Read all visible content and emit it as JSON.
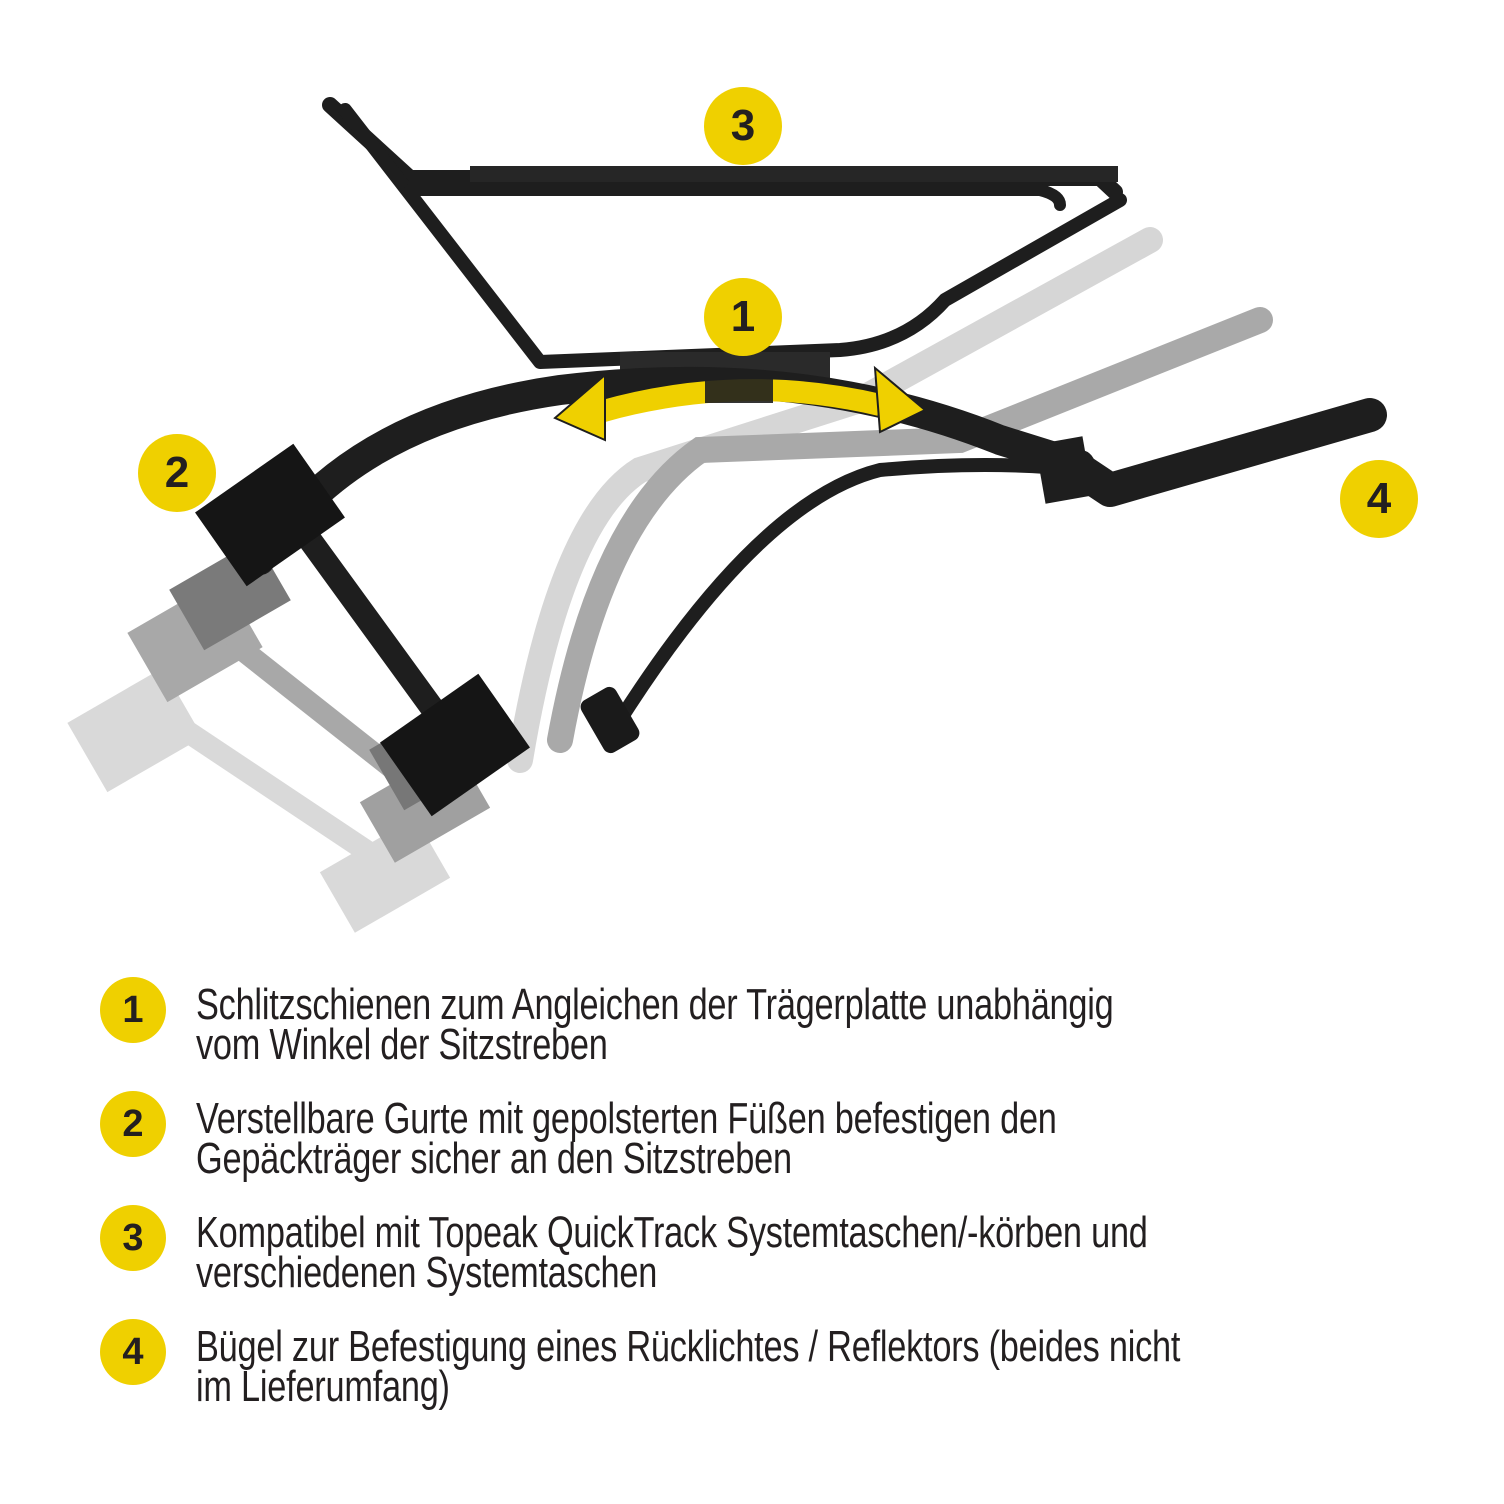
{
  "diagram": {
    "subject": "rear bike rack with adjustable seat-stay straps",
    "accent_color": "#efd000",
    "rack_color": "#1e1e1e",
    "ghost_colors": [
      "#bdbdbd",
      "#9a9a9a",
      "#6e6e6e"
    ],
    "callouts": [
      {
        "number": "1",
        "target": "slotted rails / adjustment arrow"
      },
      {
        "number": "2",
        "target": "adjustable straps with padded feet"
      },
      {
        "number": "3",
        "target": "top platform (QuickTrack)"
      },
      {
        "number": "4",
        "target": "light / reflector bracket"
      }
    ]
  },
  "legend": {
    "items": [
      {
        "number": "1",
        "line1": "Schlitzschienen zum Angleichen der Trägerplatte unabhängig",
        "line2": "vom Winkel der Sitzstreben"
      },
      {
        "number": "2",
        "line1": "Verstellbare Gurte mit gepolsterten Füßen befestigen den",
        "line2": "Gepäckträger sicher an den Sitzstreben"
      },
      {
        "number": "3",
        "line1": "Kompatibel mit Topeak QuickTrack Systemtaschen/-körben und",
        "line2": "verschiedenen Systemtaschen"
      },
      {
        "number": "4",
        "line1": "Bügel zur Befestigung eines Rücklichtes / Reflektors (beides nicht",
        "line2": "im Lieferumfang)"
      }
    ]
  }
}
